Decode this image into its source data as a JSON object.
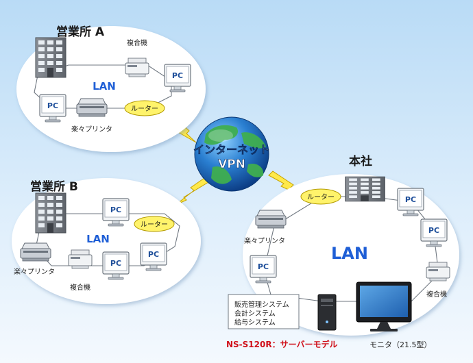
{
  "offices": {
    "a": {
      "name": "営業所 A",
      "lan": "LAN",
      "router": "ルーター",
      "mfp": "複合機",
      "printer": "楽々プリンタ",
      "pc": "PC"
    },
    "b": {
      "name": "営業所 B",
      "lan": "LAN",
      "router": "ルーター",
      "mfp": "複合機",
      "printer": "楽々プリンタ",
      "pc": "PC"
    },
    "hq": {
      "name": "本社",
      "lan": "LAN",
      "router": "ルーター",
      "mfp": "複合機",
      "printer": "楽々プリンタ",
      "pc": "PC"
    }
  },
  "internet": {
    "line1": "インターネット",
    "line2": "VPN"
  },
  "server": {
    "systems": [
      "販売管理システム",
      "会計システム",
      "給与システム"
    ],
    "model_label": "NS-S120R：サーバーモデル",
    "monitor_label": "モニタ（21.5型）"
  },
  "colors": {
    "background_top": "#b9dbf6",
    "lan_blue": "#1f5fd6",
    "router_yellow": "#fff36b",
    "server_red": "#d0101a",
    "bolt_yellow": "#ffe94a"
  }
}
